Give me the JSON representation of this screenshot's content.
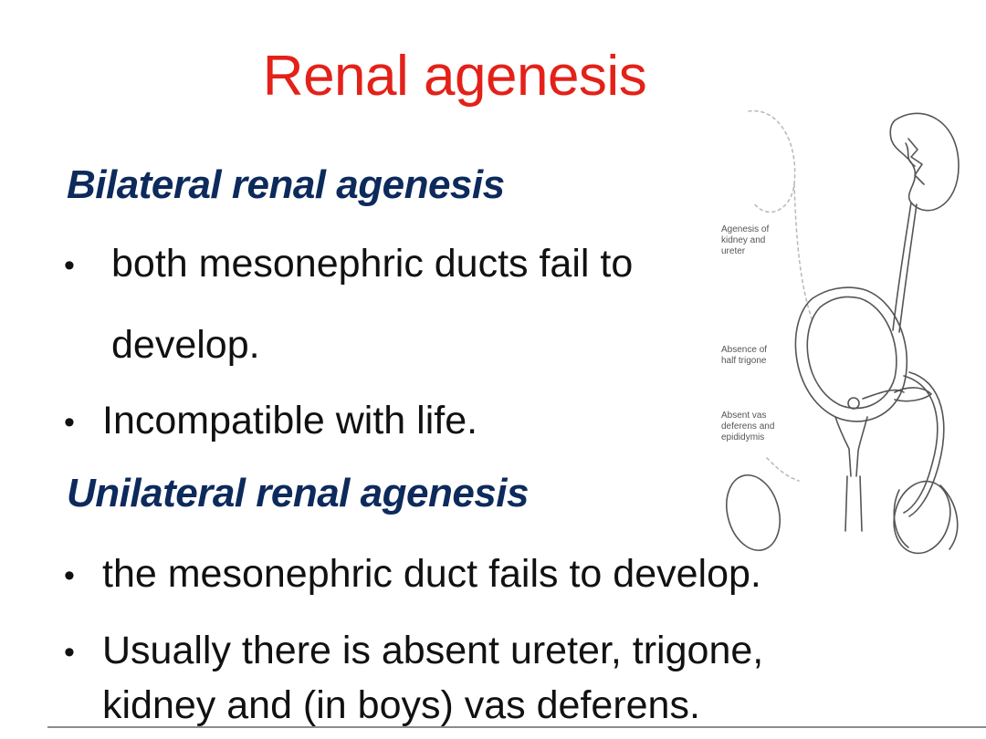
{
  "slide": {
    "title": "Renal agenesis",
    "bilateral": {
      "heading": "Bilateral renal agenesis",
      "bullet1_line1": "both mesonephric ducts fail to",
      "bullet1_line2": "develop.",
      "bullet2": "Incompatible with life."
    },
    "unilateral": {
      "heading": "Unilateral renal agenesis",
      "bullet1": "the mesonephric duct fails to develop.",
      "bullet2_line1": "Usually there is absent ureter, trigone,",
      "bullet2_line2": "kidney and (in boys) vas deferens."
    },
    "bullet_glyph": "•",
    "figure": {
      "label1": [
        "Agenesis of",
        "kidney and",
        "ureter"
      ],
      "label2": [
        "Absence of",
        "half trigone"
      ],
      "label3": [
        "Absent vas",
        "deferens and",
        "epididymis"
      ]
    }
  }
}
